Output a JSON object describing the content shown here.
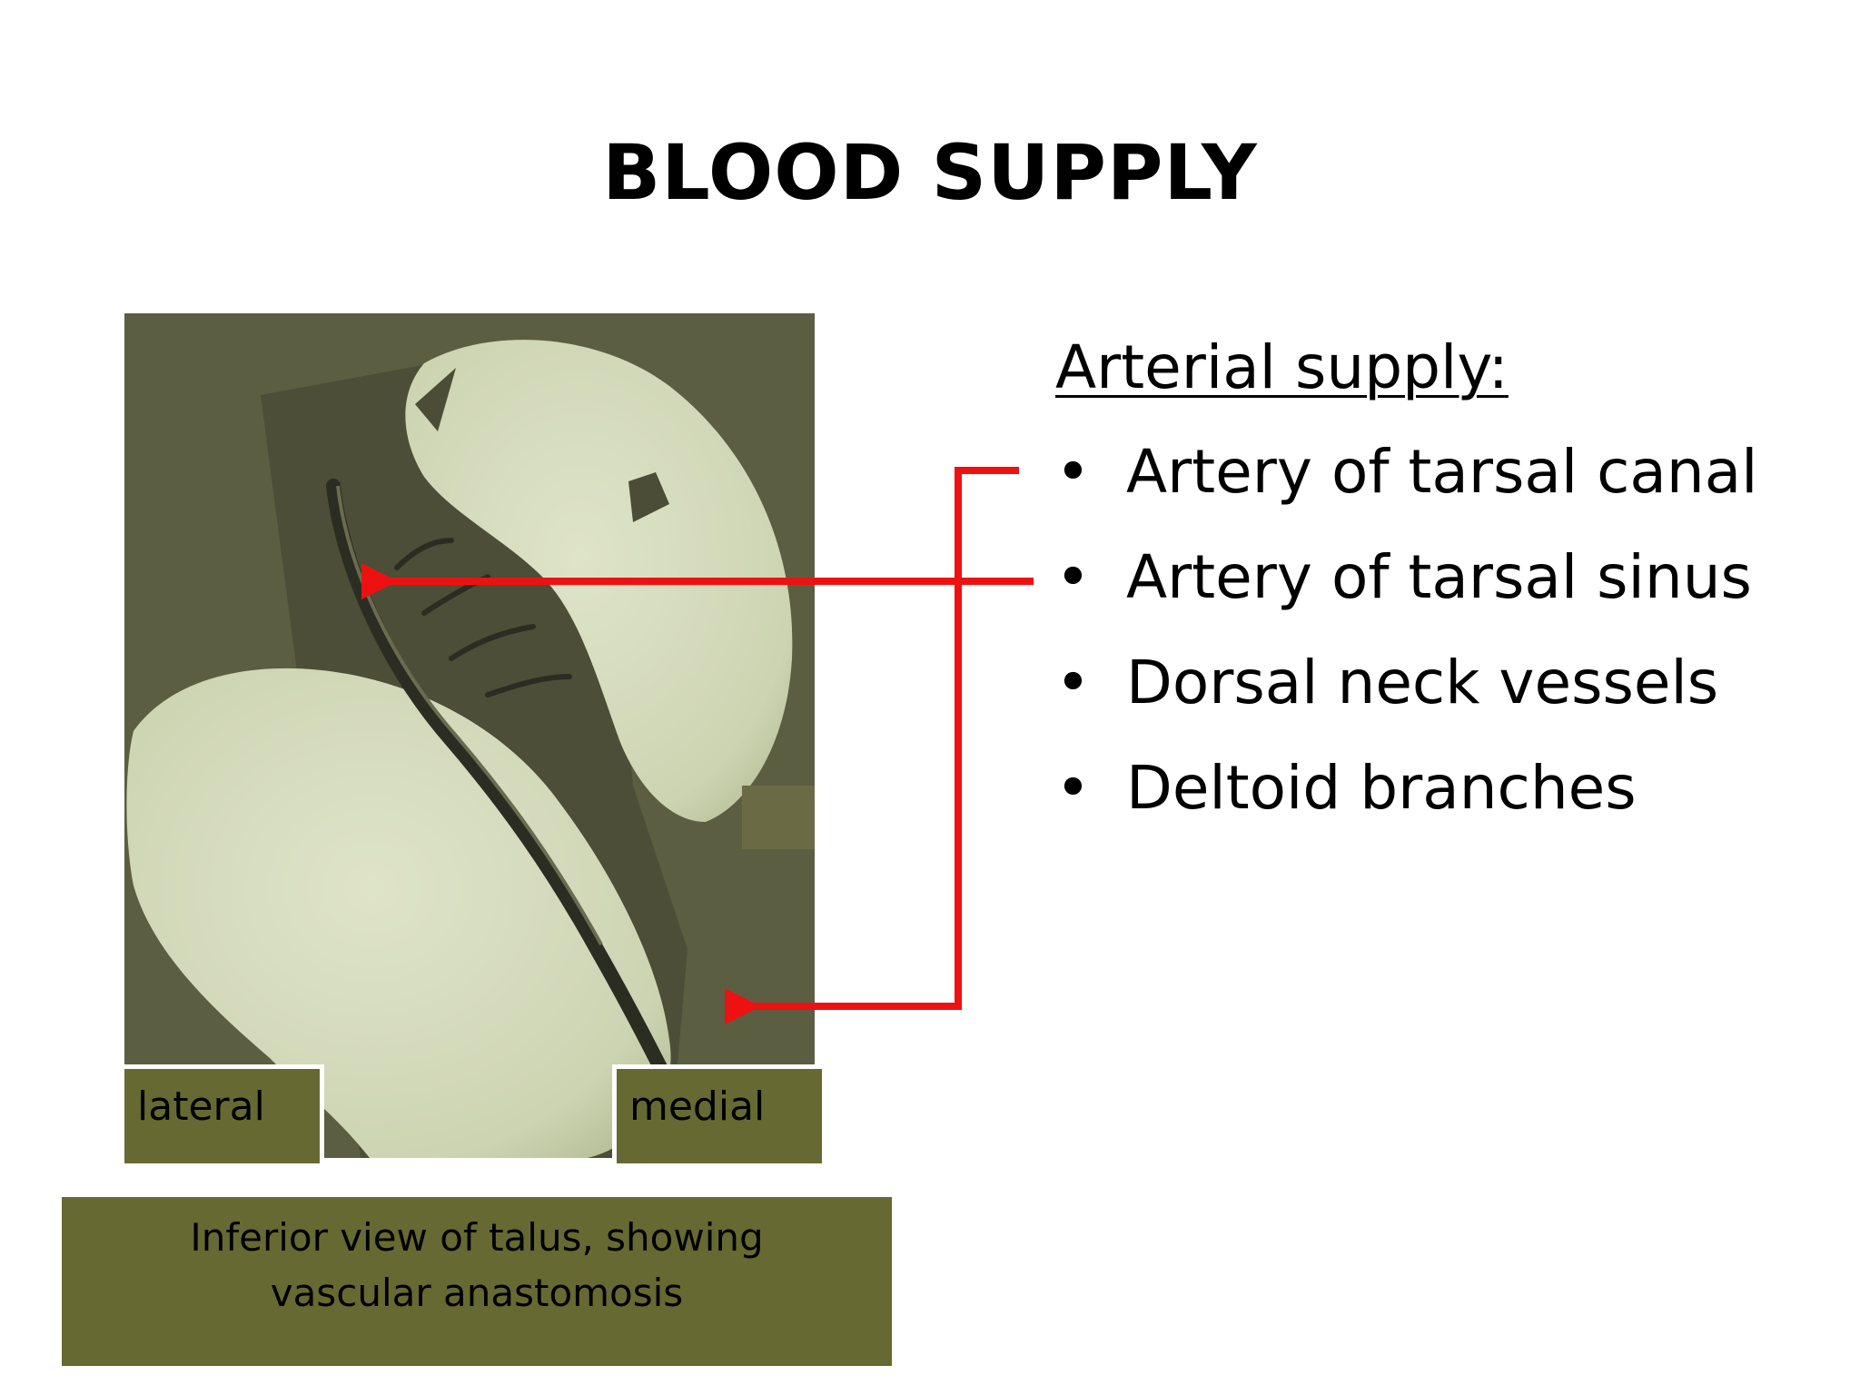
{
  "slide": {
    "title": "BLOOD SUPPLY"
  },
  "figure": {
    "label_lateral": "lateral",
    "label_medial": "medial",
    "caption_line1": "Inferior view of talus, showing",
    "caption_line2": "vascular anastomosis"
  },
  "arterial": {
    "heading": "Arterial supply:",
    "bullet_glyph": "•",
    "items": [
      {
        "label": "Artery of tarsal canal"
      },
      {
        "label": "Artery of tarsal sinus"
      },
      {
        "label": "Dorsal neck vessels"
      },
      {
        "label": "Deltoid branches"
      }
    ]
  },
  "colors": {
    "arrow": "#ee1111",
    "box_fill": "#676932",
    "figure_background": "#5a5c40",
    "bone": "#d6dcc0"
  }
}
